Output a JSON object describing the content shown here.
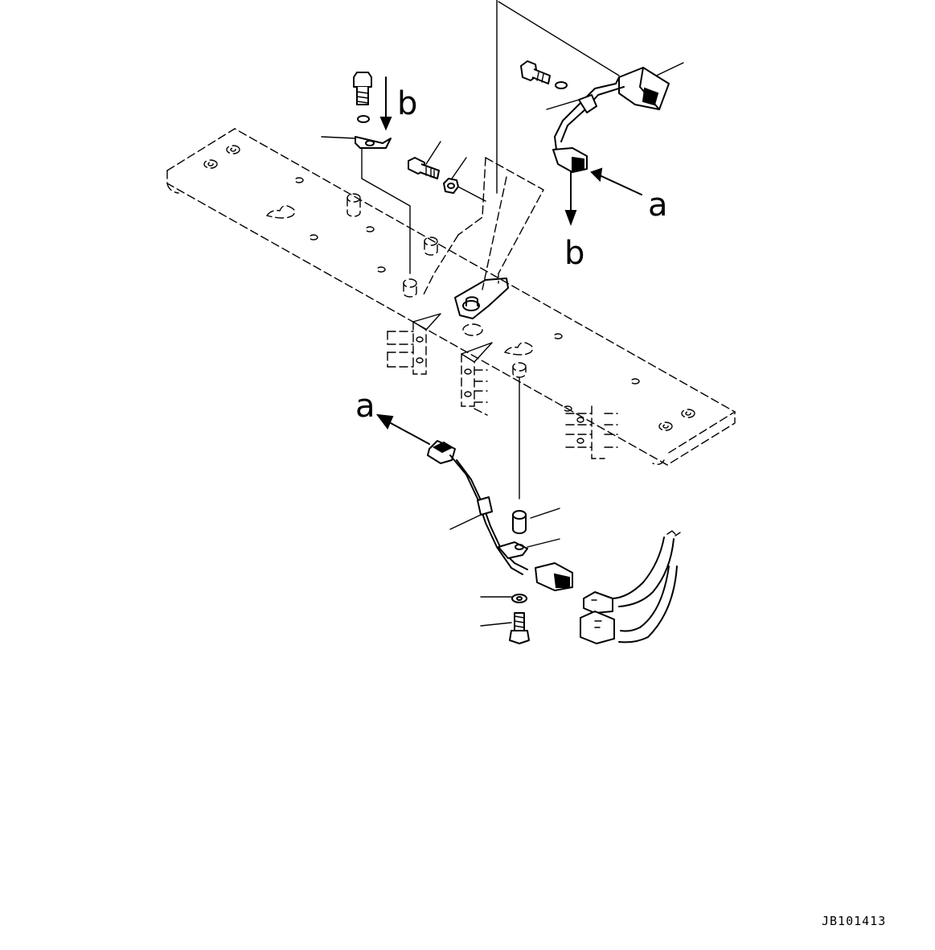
{
  "labels": {
    "a_upper": "a",
    "b_upper": "b",
    "b_right": "b",
    "a_lower": "a"
  },
  "drawing_code": "JB101413"
}
